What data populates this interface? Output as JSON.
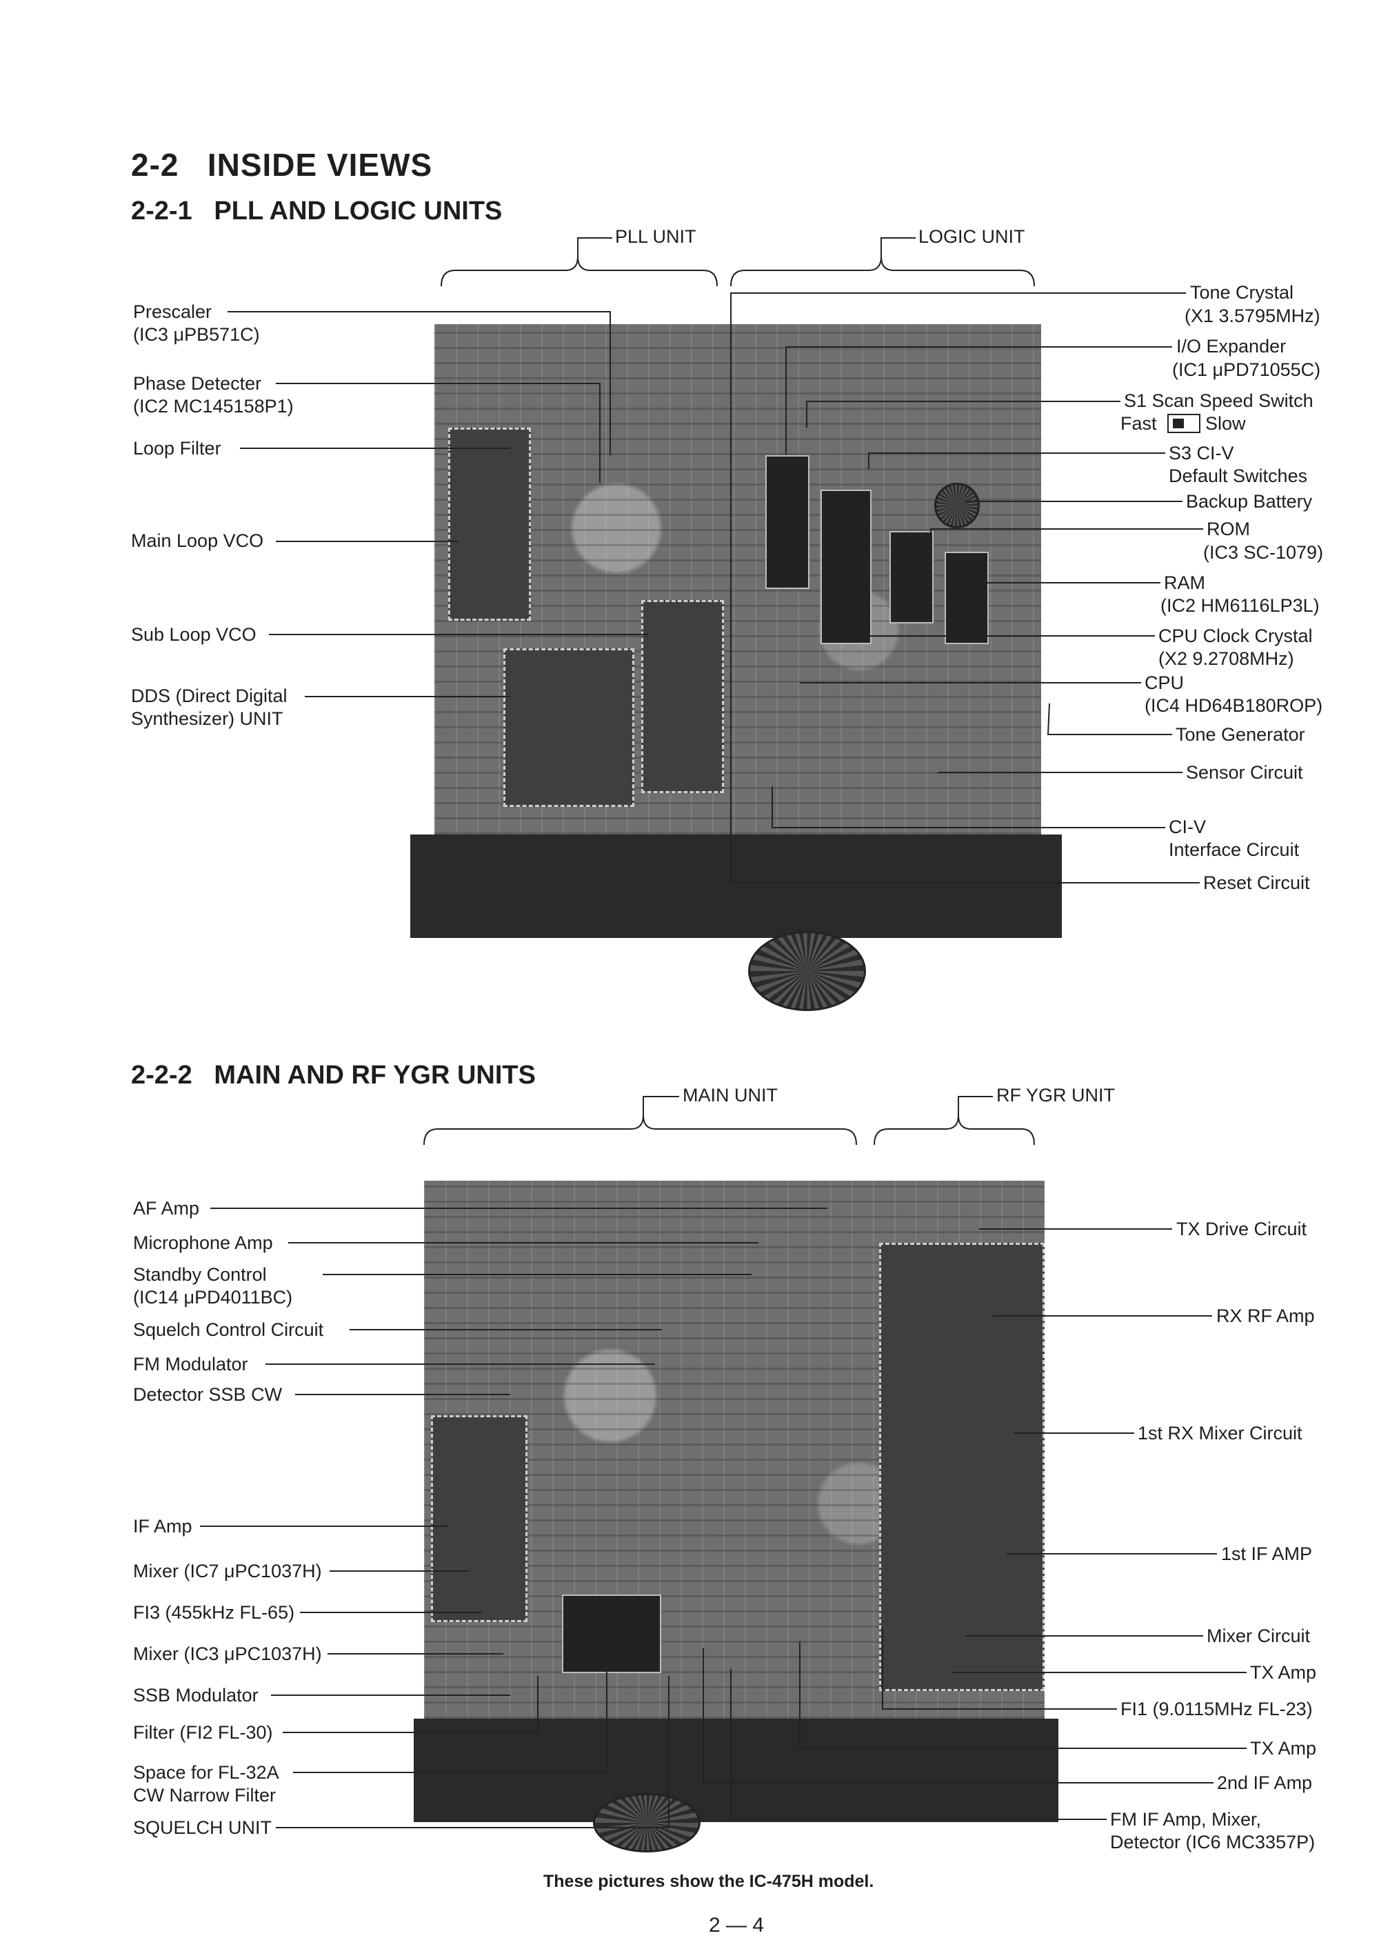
{
  "section": {
    "number": "2-2",
    "title": "INSIDE VIEWS"
  },
  "sub1": {
    "number": "2-2-1",
    "title": "PLL AND LOGIC UNITS",
    "bracket_left": "PLL UNIT",
    "bracket_right": "LOGIC UNIT",
    "left_labels": [
      "Prescaler",
      "(IC3 μPB571C)",
      "Phase Detecter",
      "(IC2 MC145158P1)",
      "Loop Filter",
      "Main Loop VCO",
      "Sub Loop VCO",
      "DDS (Direct Digital",
      "Synthesizer) UNIT"
    ],
    "right_labels": [
      "Tone Crystal",
      "(X1 3.5795MHz)",
      "I/O Expander",
      "(IC1 μPD71055C)",
      "S1 Scan Speed Switch",
      "Fast",
      "Slow",
      "S3 CI-V",
      "Default Switches",
      "Backup Battery",
      "ROM",
      "(IC3 SC-1079)",
      "RAM",
      "(IC2 HM6116LP3L)",
      "CPU Clock Crystal",
      "(X2 9.2708MHz)",
      "CPU",
      "(IC4 HD64B180ROP)",
      "Tone Generator",
      "Sensor Circuit",
      "CI-V",
      "Interface Circuit",
      "Reset Circuit"
    ]
  },
  "sub2": {
    "number": "2-2-2",
    "title": "MAIN AND RF YGR UNITS",
    "bracket_left": "MAIN UNIT",
    "bracket_right": "RF YGR UNIT",
    "left_labels": [
      "AF Amp",
      "Microphone Amp",
      "Standby Control",
      "(IC14 μPD4011BC)",
      "Squelch Control Circuit",
      "FM Modulator",
      "Detector SSB CW",
      "IF Amp",
      "Mixer (IC7 μPC1037H)",
      "FI3 (455kHz FL-65)",
      "Mixer (IC3 μPC1037H)",
      "SSB Modulator",
      "Filter (FI2 FL-30)",
      "Space for FL-32A",
      "CW Narrow Filter",
      "SQUELCH UNIT"
    ],
    "right_labels": [
      "TX Drive Circuit",
      "RX RF Amp",
      "1st RX Mixer Circuit",
      "1st IF AMP",
      "Mixer Circuit",
      "TX Amp",
      "FI1 (9.0115MHz FL-23)",
      "TX Amp",
      "2nd IF Amp",
      "FM IF Amp, Mixer,",
      "Detector (IC6 MC3357P)"
    ]
  },
  "caption": "These pictures show the IC-475H model.",
  "page_number": "2 — 4"
}
